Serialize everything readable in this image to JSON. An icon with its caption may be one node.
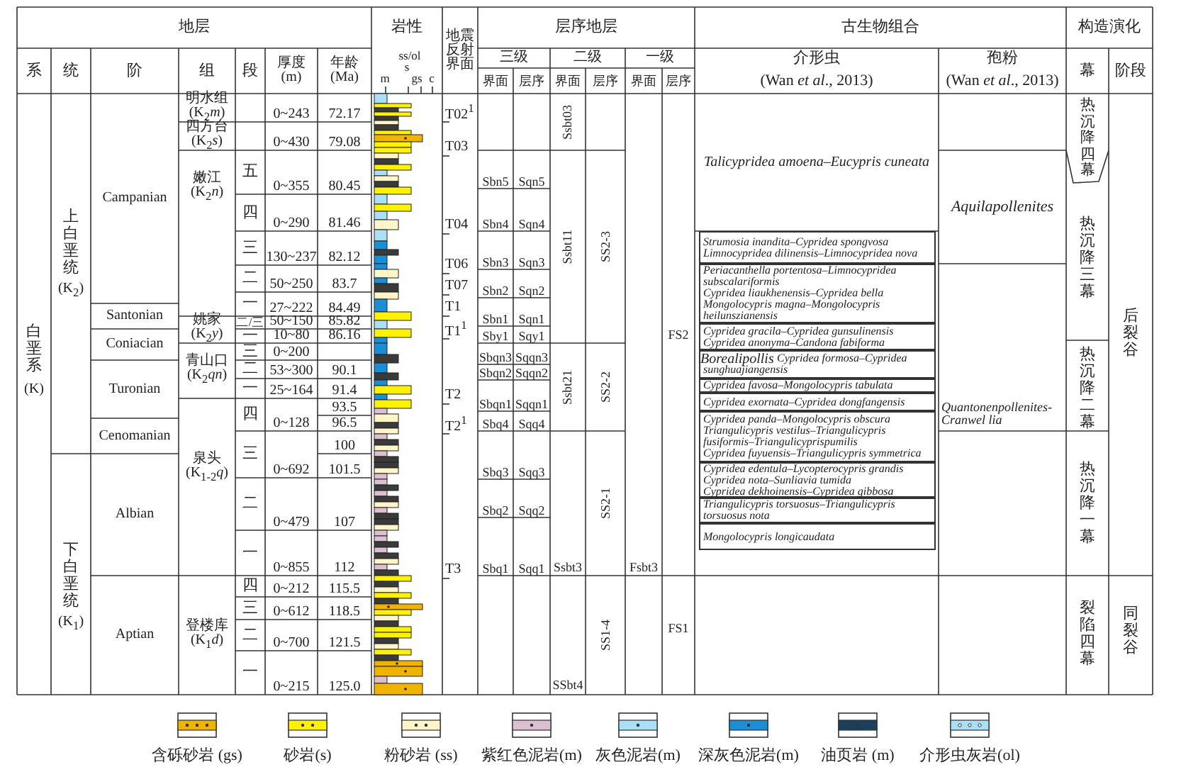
{
  "diagram": {
    "nodes": [
      {
        "text": [
          "Strumosia inandita–Cypridea spongvosa",
          "Limnocypridea dilinensis–Limnocypridea nova"
        ]
      },
      {
        "text": [
          "Periacanthella portentosa–Limnocypridea subscalariformis",
          "Cypridea liaukhenensis–Cypridea bella",
          "Mongolocypris magna–Mongolocypris heilunszianensis"
        ]
      },
      {
        "text": [
          "Cypridea gracila–Cypridea gunsulinensis",
          "Cypridea anonyma–Candona fabiforma"
        ]
      },
      {
        "text": [
          "Cypridea formosa–Cypridea sunghuajiangensis"
        ]
      },
      {
        "text": [
          "Cypridea favosa–Mongolocypris tabulata"
        ]
      },
      {
        "text": [
          "Cypridea exornata–Cypridea dongfangensis"
        ]
      },
      {
        "text": [
          "Cypridea panda–Mongolocypris obscura",
          "Triangulicypris vestilus–Triangulicypris fusiformis–Triangulicyprispumilis",
          "Cypridea fuyuensis–Triangulicypris symmetrica"
        ]
      },
      {
        "text": [
          "Cypridea edentula–Lycopterocypris grandis",
          "Cypridea nota–Sunliavia tumida",
          "Cypridea dekhoinensis–Cypridea gibbosa"
        ]
      },
      {
        "text": [
          "Triangulicypris torsuosus–Triangulicypris torsuosus nota"
        ]
      },
      {
        "text": [
          "Mongolocypris longicaudata"
        ]
      },
      {
        "text": [
          "热沉降四幕"
        ]
      }
    ],
    "labels": [
      "地层",
      "岩性",
      "地震反射界面",
      "层序地层",
      "古生物组合",
      "构造演化",
      "系",
      "统",
      "阶",
      "组",
      "段",
      "厚度 (m)",
      "年龄 (Ma)",
      "ss/ol",
      "s",
      "m",
      "gs",
      "c",
      "三级",
      "二级",
      "一级",
      "介形虫",
      "(Wan *et al*., 2013)",
      "孢粉",
      "(Wan *et al*., 2013)",
      "幕",
      "阶段",
      "界面",
      "层序",
      "界面",
      "层序",
      "界面",
      "层序",
      "白垩系",
      "(K)",
      "上白垩统",
      "(K$_{2}$)",
      "下白垩统",
      "(K$_{1}$)",
      "Campanian",
      "Santonian",
      "Coniacian",
      "Turonian",
      "Cenomanian",
      "Albian",
      "Aptian",
      "明水组 (K$_{2}$*m*)",
      "四方台 (K$_{2}$*s*)",
      "嫩江 (K$_{2}$*n*)",
      "姚家 (K$_{2}$*y*)",
      "青山口 (K$_{2}$*qn*)",
      "泉头 (K$_{1-2}$*q*)",
      "登楼库 (K$_{1}$*d*)",
      "五",
      "四",
      "三",
      "二",
      "一",
      "二/三",
      "一",
      "三",
      "二",
      "一",
      "四",
      "三",
      "二",
      "一",
      "四",
      "三",
      "二",
      "一",
      "0~243",
      "0~430",
      "0~355",
      "0~290",
      "130~237",
      "50~250",
      "27~222",
      "50~150",
      "10~80",
      "0~200",
      "53~300",
      "25~164",
      "0~128",
      "0~692",
      "0~479",
      "0~855",
      "0~212",
      "0~612",
      "0~700",
      "0~215",
      "72.17",
      "79.08",
      "80.45",
      "81.46",
      "82.12",
      "83.7",
      "84.49",
      "85.82",
      "86.16",
      "90.1",
      "91.4",
      "93.5",
      "96.5",
      "100",
      "101.5",
      "107",
      "112",
      "115.5",
      "118.5",
      "121.5",
      "125.0",
      "T02$^{1}$",
      "T03",
      "T04",
      "T06",
      "T07",
      "T1",
      "T1$^{1}$",
      "T2",
      "T2$^{1}$",
      "T3",
      "Sbn5",
      "Sqn5",
      "Sbn4",
      "Sqn4",
      "Sbn3",
      "Sqn3",
      "Sbn2",
      "Sqn2",
      "Sbn1",
      "Sqn1",
      "Sby1",
      "Sqy1",
      "Sbqn3",
      "Sqqn3",
      "Sbqn2",
      "Sqqn2",
      "Sbqn1",
      "Sqqn1",
      "Sbq4",
      "Sqq4",
      "Sbq3",
      "Sqq3",
      "Sbq2",
      "Sqq2",
      "Sbq1",
      "Sqq1",
      "Ssbt03",
      "Ssbt11",
      "Ssbt21",
      "Ssbt3",
      "SSbt4",
      "SS2-3",
      "SS2-2",
      "SS2-1",
      "SS1-4",
      "Fsbt3",
      "FS2",
      "FS1",
      "Talicypridea amoena–Eucypris cuneata",
      "Aquilapollenites",
      "Borealipollis",
      "Quantonenpollenites- Cranwel lia",
      "热沉降三幕",
      "热沉降二幕",
      "热沉降一幕",
      "裂陷四幕",
      "后裂谷",
      "同裂谷"
    ],
    "legend": [
      {
        "text": "含砾砂岩 (gs)",
        "color": "#f0b400"
      },
      {
        "text": "砂岩(s)",
        "color": "#fff200"
      },
      {
        "text": "粉砂岩 (ss)",
        "color": "#fff5c8"
      },
      {
        "text": "紫红色泥岩(m)",
        "color": "#dcbfd0"
      },
      {
        "text": "灰色泥岩(m)",
        "color": "#a9dff7"
      },
      {
        "text": "深灰色泥岩(m)",
        "color": "#1b8fd6"
      },
      {
        "text": "油页岩 (m)",
        "color": "#1c3f5e"
      },
      {
        "text": "介形虫灰岩(ol)",
        "color": "#a9dff7"
      }
    ]
  }
}
